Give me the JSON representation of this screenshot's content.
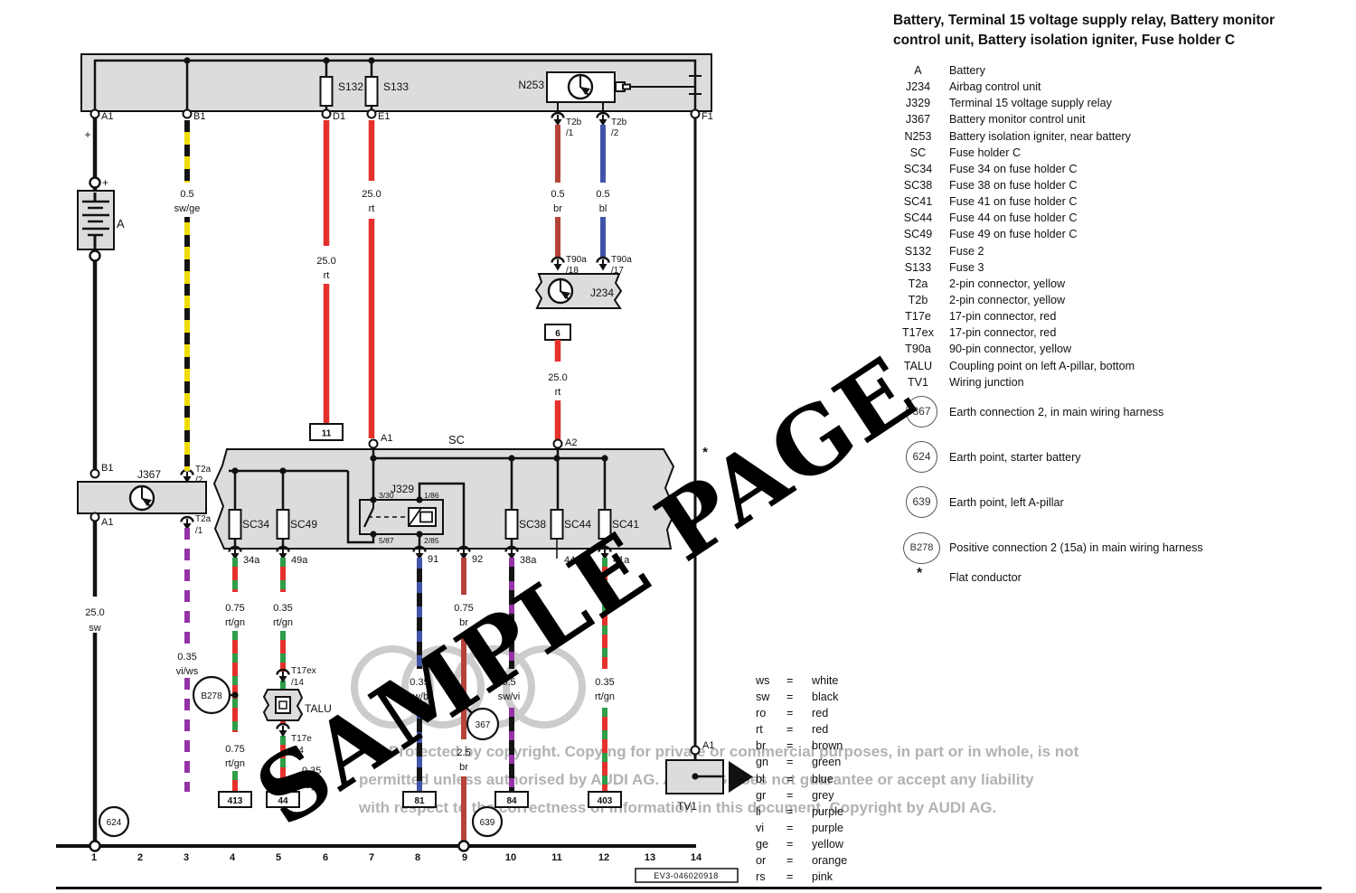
{
  "title": {
    "line1": "Battery, Terminal 15 voltage supply relay, Battery monitor",
    "line2": "control unit, Battery isolation igniter, Fuse holder C"
  },
  "legend": {
    "items": [
      {
        "code": "A",
        "desc": "Battery"
      },
      {
        "code": "J234",
        "desc": "Airbag control unit"
      },
      {
        "code": "J329",
        "desc": "Terminal 15 voltage supply relay"
      },
      {
        "code": "J367",
        "desc": "Battery monitor control unit"
      },
      {
        "code": "N253",
        "desc": "Battery isolation igniter, near battery"
      },
      {
        "code": "SC",
        "desc": "Fuse holder C"
      },
      {
        "code": "SC34",
        "desc": "Fuse 34 on fuse holder C"
      },
      {
        "code": "SC38",
        "desc": "Fuse 38 on fuse holder C"
      },
      {
        "code": "SC41",
        "desc": "Fuse 41 on fuse holder C"
      },
      {
        "code": "SC44",
        "desc": "Fuse 44 on fuse holder C"
      },
      {
        "code": "SC49",
        "desc": "Fuse 49 on fuse holder C"
      },
      {
        "code": "S132",
        "desc": "Fuse 2"
      },
      {
        "code": "S133",
        "desc": "Fuse 3"
      },
      {
        "code": "T2a",
        "desc": "2-pin connector, yellow"
      },
      {
        "code": "T2b",
        "desc": "2-pin connector, yellow"
      },
      {
        "code": "T17e",
        "desc": "17-pin connector, red"
      },
      {
        "code": "T17ex",
        "desc": "17-pin connector, red"
      },
      {
        "code": "T90a",
        "desc": "90-pin connector, yellow"
      },
      {
        "code": "TALU",
        "desc": "Coupling point on left A-pillar, bottom"
      },
      {
        "code": "TV1",
        "desc": "Wiring junction"
      }
    ]
  },
  "earth_items": [
    {
      "code": "367",
      "desc": "Earth connection 2, in main wiring harness"
    },
    {
      "code": "624",
      "desc": "Earth point, starter battery"
    },
    {
      "code": "639",
      "desc": "Earth point, left A-pillar"
    },
    {
      "code": "B278",
      "desc": "Positive connection 2 (15a) in main wiring harness"
    }
  ],
  "flat_conductor": {
    "code": "*",
    "desc": "Flat conductor"
  },
  "eq": "=",
  "wire_colors": [
    {
      "code": "ws",
      "name": "white"
    },
    {
      "code": "sw",
      "name": "black"
    },
    {
      "code": "ro",
      "name": "red"
    },
    {
      "code": "rt",
      "name": "red"
    },
    {
      "code": "br",
      "name": "brown"
    },
    {
      "code": "gn",
      "name": "green"
    },
    {
      "code": "bl",
      "name": "blue"
    },
    {
      "code": "gr",
      "name": "grey"
    },
    {
      "code": "li",
      "name": "purple"
    },
    {
      "code": "vi",
      "name": "purple"
    },
    {
      "code": "ge",
      "name": "yellow"
    },
    {
      "code": "or",
      "name": "orange"
    },
    {
      "code": "rs",
      "name": "pink"
    }
  ],
  "watermark": {
    "sample": "SAMPLE PAGE",
    "line1": "Protected by copyright. Copying for private or commercial purposes, in part or in whole, is not",
    "line2": "permitted unless authorised by AUDI AG. AUDI AG does not guarantee or accept any liability",
    "line3": "with respect to the correctness of information in this document. Copyright by AUDI AG."
  },
  "palette": {
    "rt": "#e5312b",
    "br": "#b5433a",
    "bl": "#4055a8",
    "ge": "#efdc00",
    "gn": "#2f9e49",
    "vi": "#9433a5",
    "sw": "#141414",
    "box_fill": "#dcdcdc",
    "ring_gray": "#cccccc",
    "copyright_gray": "#b2b2b2"
  },
  "diagram": {
    "terminals": [
      "1",
      "2",
      "3",
      "4",
      "5",
      "6",
      "7",
      "8",
      "9",
      "10",
      "11",
      "12",
      "13",
      "14"
    ],
    "doc_code": "EV3-046020918",
    "labels": {
      "a1": "A1",
      "b1": "B1",
      "d1": "D1",
      "e1": "E1",
      "f1": "F1",
      "a2": "A2",
      "plus": "+",
      "battery": "A",
      "s132": "S132",
      "s133": "S133",
      "n253": "N253",
      "j234": "J234",
      "j329": "J329",
      "j367": "J367",
      "sc": "SC",
      "sc34": "SC34",
      "sc38": "SC38",
      "sc41": "SC41",
      "sc44": "SC44",
      "sc49": "SC49",
      "t2a": "T2a",
      "t2b": "T2b",
      "t90a": "T90a",
      "t17e": "T17e",
      "t17ex": "T17ex",
      "talu": "TALU",
      "tv1": "TV1",
      "pin1": "/1",
      "pin2": "/2",
      "pin14": "/14",
      "pin17": "/17",
      "pin18": "/18",
      "r330": "3/30",
      "r186": "1/86",
      "r587": "5/87",
      "r285": "2/85",
      "x34a": "34a",
      "x49a": "49a",
      "x91": "91",
      "x92": "92",
      "x38a": "38a",
      "x44a": "44a",
      "x41a": "41a",
      "b278": "B278",
      "e367": "367",
      "e624": "624",
      "e639": "639",
      "n25": "25",
      "n11": "11",
      "n6": "6",
      "n413": "413",
      "n44": "44",
      "n81": "81",
      "n84": "84",
      "n403": "403",
      "star": "*",
      "sz05": "0.5",
      "sz035": "0.35",
      "sz075": "0.75",
      "sz25": "2.5",
      "sz250": "25.0",
      "c_sw": "sw",
      "c_swge": "sw/ge",
      "c_rt": "rt",
      "c_br": "br",
      "c_bl": "bl",
      "c_viws": "vi/ws",
      "c_rtgn": "rt/gn",
      "c_swbl": "sw/bl",
      "c_swvi": "sw/vi"
    }
  }
}
